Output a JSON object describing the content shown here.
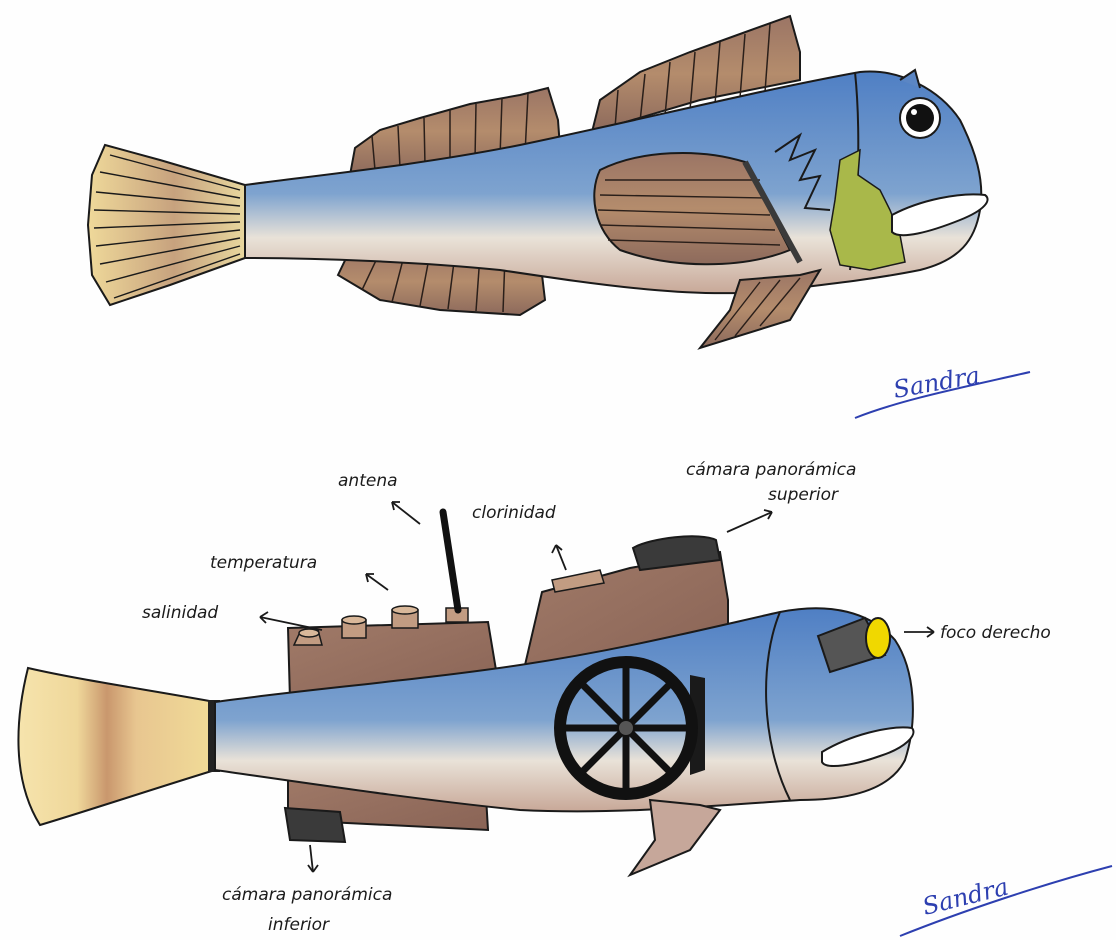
{
  "signatures": {
    "top": "Sandra",
    "bottom": "Sandra"
  },
  "labels": {
    "antena": "antena",
    "clorinidad": "clorinidad",
    "temperatura": "temperatura",
    "salinidad": "salinidad",
    "camara_superior_line1": "cámara panorámica",
    "camara_superior_line2": "superior",
    "foco": "foco derecho",
    "camara_inferior_line1": "cámara panorámica",
    "camara_inferior_line2": "inferior"
  },
  "colors": {
    "fish_blue": "#5b86c4",
    "fin_brown": "#8a6a5a",
    "tail_yellow": "#ecd79a",
    "belly": "#efe6dc",
    "gill_green": "#a9b84a",
    "pen_blue": "#2d3fb0",
    "lamp_yellow": "#f0d800"
  }
}
